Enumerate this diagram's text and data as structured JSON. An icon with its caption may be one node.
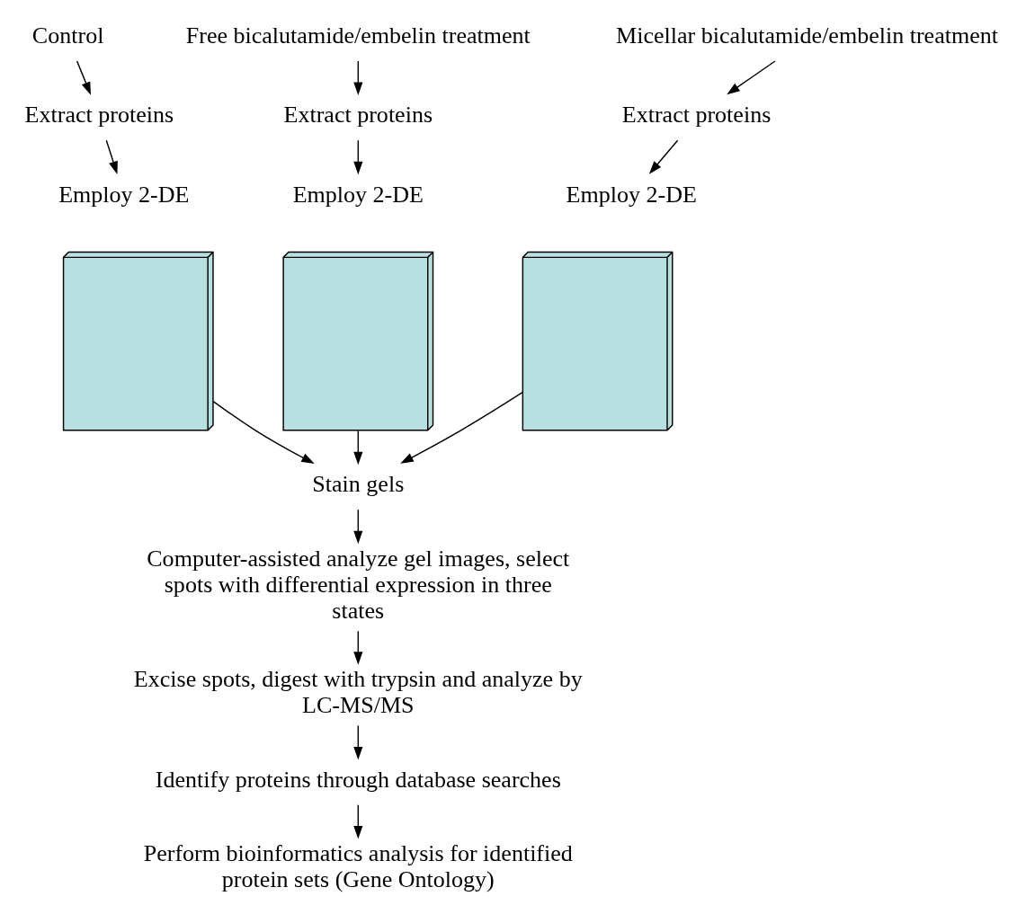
{
  "diagram": {
    "nodes": [
      {
        "text": [
          "Control"
        ]
      },
      {
        "text": [
          "Extract proteins"
        ]
      },
      {
        "text": [
          "Employ 2-DE"
        ]
      },
      {
        "text": [],
        "shape": "box"
      },
      {
        "text": [
          "Free bicalutamide/embelin treatment"
        ]
      },
      {
        "text": [
          "Extract proteins"
        ]
      },
      {
        "text": [
          "Employ 2-DE"
        ]
      },
      {
        "text": [],
        "shape": "box"
      },
      {
        "text": [
          "Micellar bicalutamide/embelin treatment"
        ]
      },
      {
        "text": [
          "Extract proteins"
        ]
      },
      {
        "text": [
          "Employ 2-DE"
        ]
      },
      {
        "text": [],
        "shape": "box"
      },
      {
        "text": [
          "Stain gels"
        ]
      },
      {
        "text": [
          "Computer-assisted analyze gel images, select spots with differential expression in three states"
        ]
      },
      {
        "text": [
          "Excise spots, digest with trypsin and analyze by LC-MS/MS"
        ]
      },
      {
        "text": [
          "Identify proteins through database searches"
        ]
      },
      {
        "text": [
          "Perform bioinformatics analysis for identified protein sets (Gene Ontology)"
        ]
      }
    ],
    "edges": [
      {
        "from": 0,
        "to": 1,
        "arrow": "to"
      },
      {
        "from": 1,
        "to": 2,
        "arrow": "to"
      },
      {
        "from": 4,
        "to": 5,
        "arrow": "to"
      },
      {
        "from": 5,
        "to": 6,
        "arrow": "to"
      },
      {
        "from": 8,
        "to": 9,
        "arrow": "to"
      },
      {
        "from": 9,
        "to": 10,
        "arrow": "to"
      },
      {
        "from": 3,
        "to": 12,
        "arrow": "to"
      },
      {
        "from": 7,
        "to": 12,
        "arrow": "to"
      },
      {
        "from": 11,
        "to": 12,
        "arrow": "to"
      },
      {
        "from": 12,
        "to": 13,
        "arrow": "to"
      },
      {
        "from": 13,
        "to": 14,
        "arrow": "to"
      },
      {
        "from": 14,
        "to": 15,
        "arrow": "to"
      },
      {
        "from": 15,
        "to": 16,
        "arrow": "to"
      }
    ]
  }
}
